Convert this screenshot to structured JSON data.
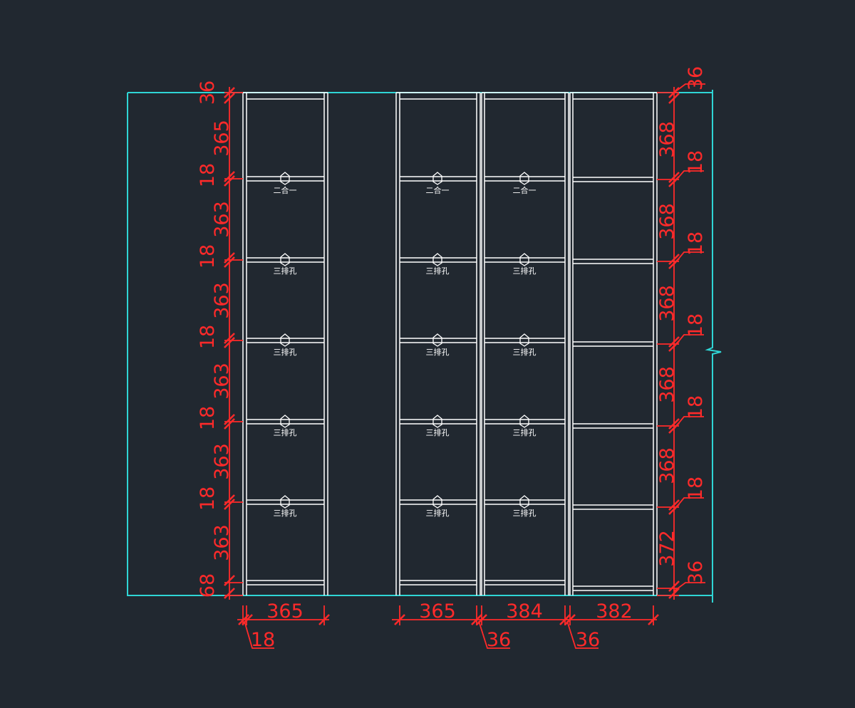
{
  "colors": {
    "background": "#212830",
    "outline": "#2fd5d5",
    "panel": "#ffffff",
    "dimension": "#ff2a2a"
  },
  "notes": {
    "two_in_one": "二合一",
    "three_row_hole": "三排孔"
  },
  "dims": {
    "left": [
      "36",
      "365",
      "18",
      "363",
      "18",
      "363",
      "18",
      "363",
      "18",
      "363",
      "18",
      "363",
      "68"
    ],
    "right": [
      "36",
      "368",
      "18",
      "368",
      "18",
      "368",
      "18",
      "368",
      "18",
      "368",
      "18",
      "372",
      "36"
    ],
    "bottom_widths": [
      "365",
      "365",
      "384",
      "382"
    ],
    "bottom_sub": [
      "18",
      "36",
      "36"
    ]
  }
}
